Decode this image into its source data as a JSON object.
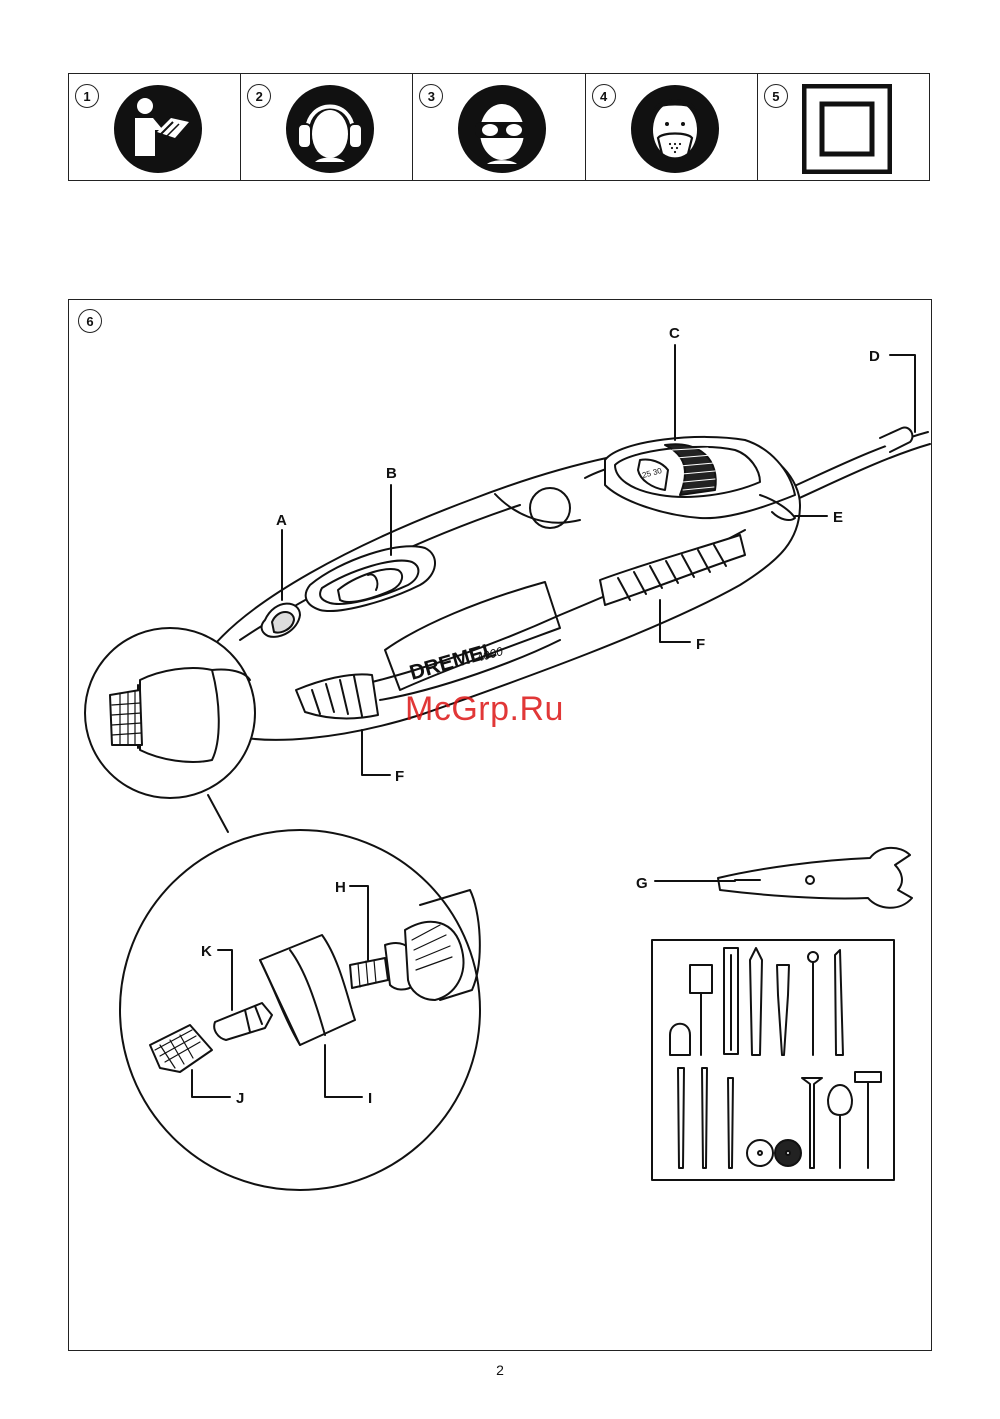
{
  "symbols": [
    {
      "number": "1",
      "icon": "read-manual-icon"
    },
    {
      "number": "2",
      "icon": "ear-protection-icon"
    },
    {
      "number": "3",
      "icon": "eye-protection-icon"
    },
    {
      "number": "4",
      "icon": "dust-mask-icon"
    },
    {
      "number": "5",
      "icon": "double-insulation-icon"
    }
  ],
  "figure": {
    "number": "6",
    "brand": "DREMEL",
    "model": "4000",
    "callouts": {
      "a": "A",
      "b": "B",
      "c": "C",
      "d": "D",
      "e": "E",
      "f1": "F",
      "f2": "F",
      "g": "G",
      "h": "H",
      "i": "I",
      "j": "J",
      "k": "K"
    }
  },
  "watermark": "McGrp.Ru",
  "page_number": "2",
  "colors": {
    "ink": "#111111",
    "watermark": "#dc1414"
  }
}
